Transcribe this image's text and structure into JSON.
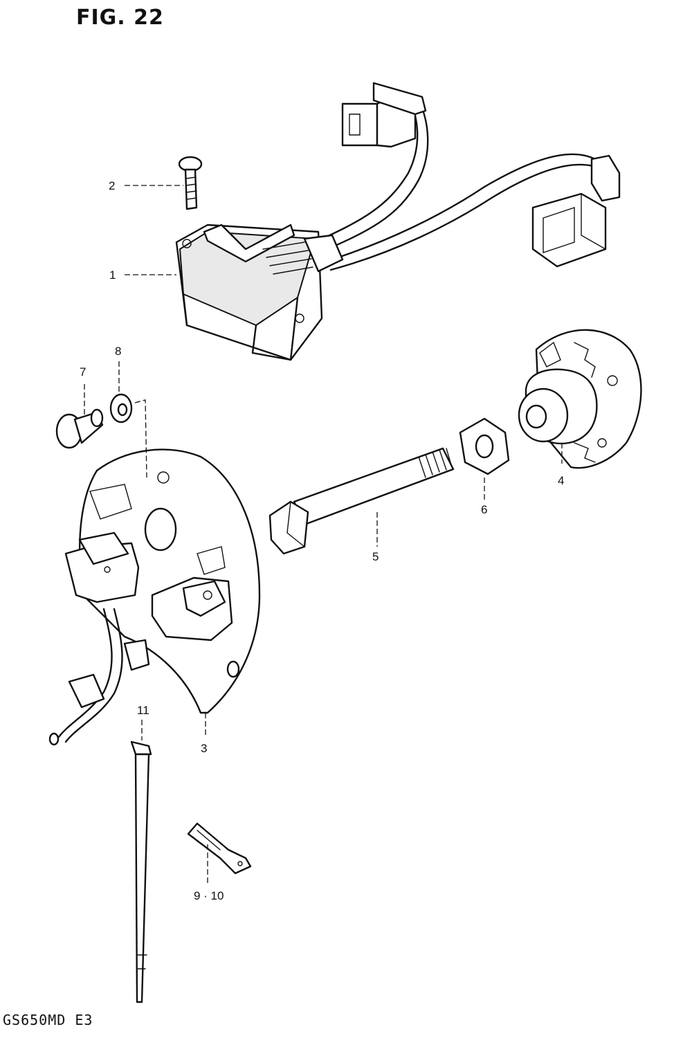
{
  "figure": {
    "title": "FIG. 22",
    "model_code": "GS650MD E3"
  },
  "callouts": {
    "c1": "1",
    "c2": "2",
    "c3": "3",
    "c4": "4",
    "c5": "5",
    "c6": "6",
    "c7": "7",
    "c8": "8",
    "c9_10": "9 · 10",
    "c11": "11"
  }
}
